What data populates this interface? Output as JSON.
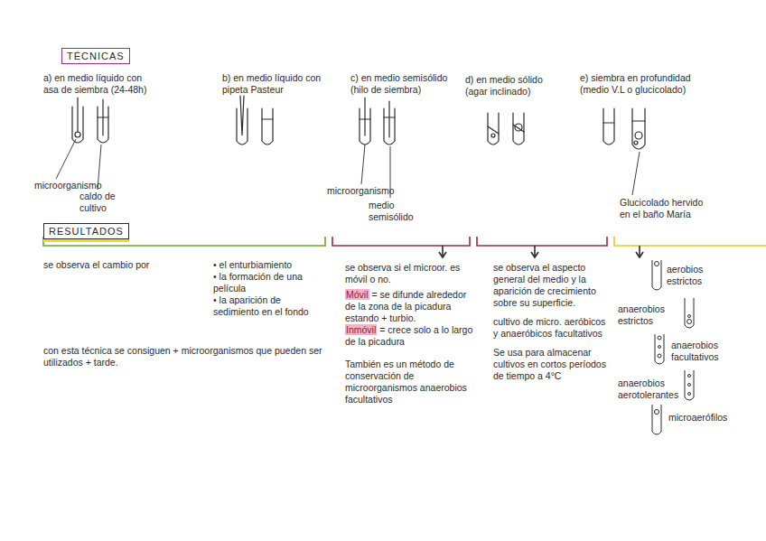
{
  "diagram": {
    "nodes": [
      {
        "text": [
          "TÉCNICAS"
        ]
      },
      {
        "text": [
          "RESULTADOS"
        ]
      }
    ],
    "labels": [
      "a) en medio líquido con asa de siembra (24-48h)",
      "b) en medio líquido con pipeta Pasteur",
      "c) en medio semisólido (hilo de siembra)",
      "d) en medio sólido (agar inclinado)",
      "e) siembra en profundidad",
      "(medio V.L o glucicolado)",
      "microorganismo",
      "caldo de cultivo",
      "microorganismo",
      "medio semisólido",
      "Glucicolado hervido en el baño María",
      "se observa el cambio por",
      "• el enturbiamiento",
      "• la formación de una película",
      "• la aparición de sedimiento en el fondo",
      "con esta técnica se consiguen + microorganismos que pueden ser utilizados + tarde.",
      "se observa si el microor. es móvil o no.",
      "Móvil",
      "= se difunde alrededor de la zona de la picadura estando + turbio.",
      "Inmóvil",
      "= crece solo a lo largo de la picadura",
      "También es un método de conservación de microorganismos anaerobios facultativos",
      "se observa el aspecto general del medio y la aparición de crecimiento sobre su superficie.",
      "cultivo de micro. aeróbicos y anaeróbicos facultativos",
      "Se usa para almacenar cultivos en cortos períodos de tiempo a 4°C",
      "aerobios estrictos",
      "anaerobios estrictos",
      "anaerobios facultativos",
      "anaerobios aerotolerantes",
      "microaerófilos"
    ]
  }
}
